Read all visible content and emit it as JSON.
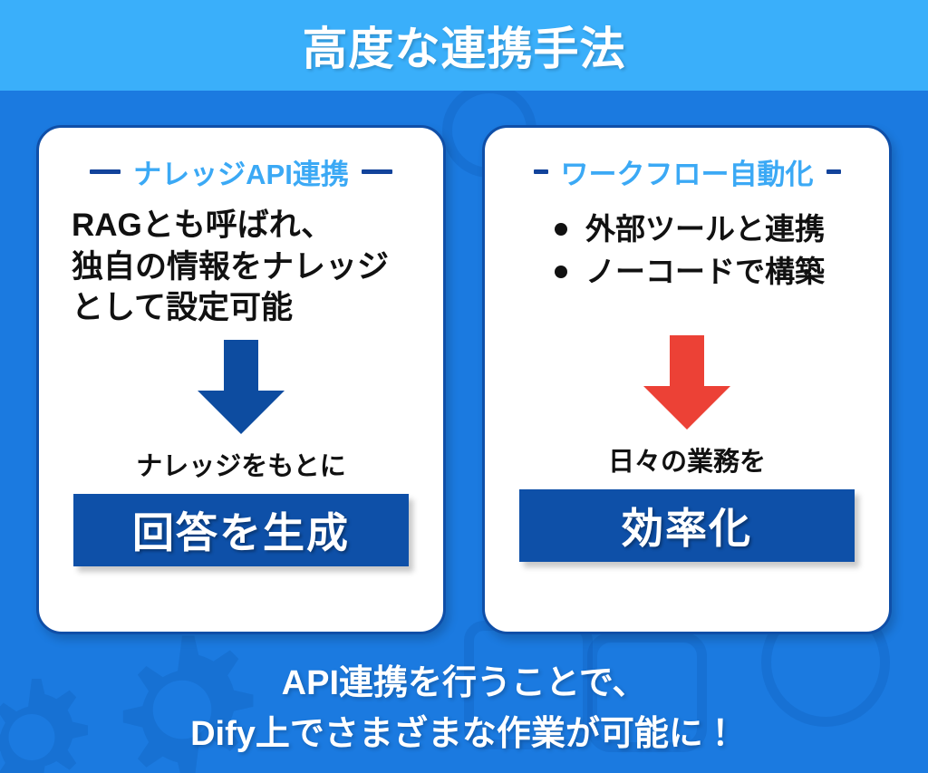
{
  "header": {
    "title": "高度な連携手法"
  },
  "colors": {
    "header_band": "#3AAFFA",
    "body_background": "#1B7AE0",
    "card_background": "#FFFFFF",
    "card_border": "#0F4FA8",
    "heading_accent": "#3BA9F5",
    "dash": "#12439B",
    "cta_background": "#0E50A8",
    "arrow_blue": "#0D4CA0",
    "arrow_red": "#EC4136",
    "body_text": "#111111"
  },
  "cards": [
    {
      "id": "knowledge-api",
      "heading": "ナレッジAPI連携",
      "dash_style": "long",
      "paragraph_lines": [
        "RAGとも呼ばれ、",
        "独自の情報をナレッジ",
        "として設定可能"
      ],
      "bullets": [],
      "arrow": {
        "name": "down-arrow-icon",
        "color": "#0D4CA0"
      },
      "caption": "ナレッジをもとに",
      "cta_label": "回答を生成"
    },
    {
      "id": "workflow-automation",
      "heading": "ワークフロー自動化",
      "dash_style": "short",
      "paragraph_lines": [],
      "bullets": [
        "外部ツールと連携",
        "ノーコードで構築"
      ],
      "arrow": {
        "name": "down-arrow-icon",
        "color": "#EC4136"
      },
      "caption": "日々の業務を",
      "cta_label": "効率化"
    }
  ],
  "footer": {
    "line1": "API連携を行うことで、",
    "line2": "Dify上でさまざまな作業が可能に！"
  },
  "decorations": [
    {
      "name": "circle-outline-decoration",
      "shape": "circle"
    },
    {
      "name": "rounded-square-outline-decoration",
      "shape": "rounded-square"
    },
    {
      "name": "gear-decoration",
      "shape": "gear"
    }
  ]
}
